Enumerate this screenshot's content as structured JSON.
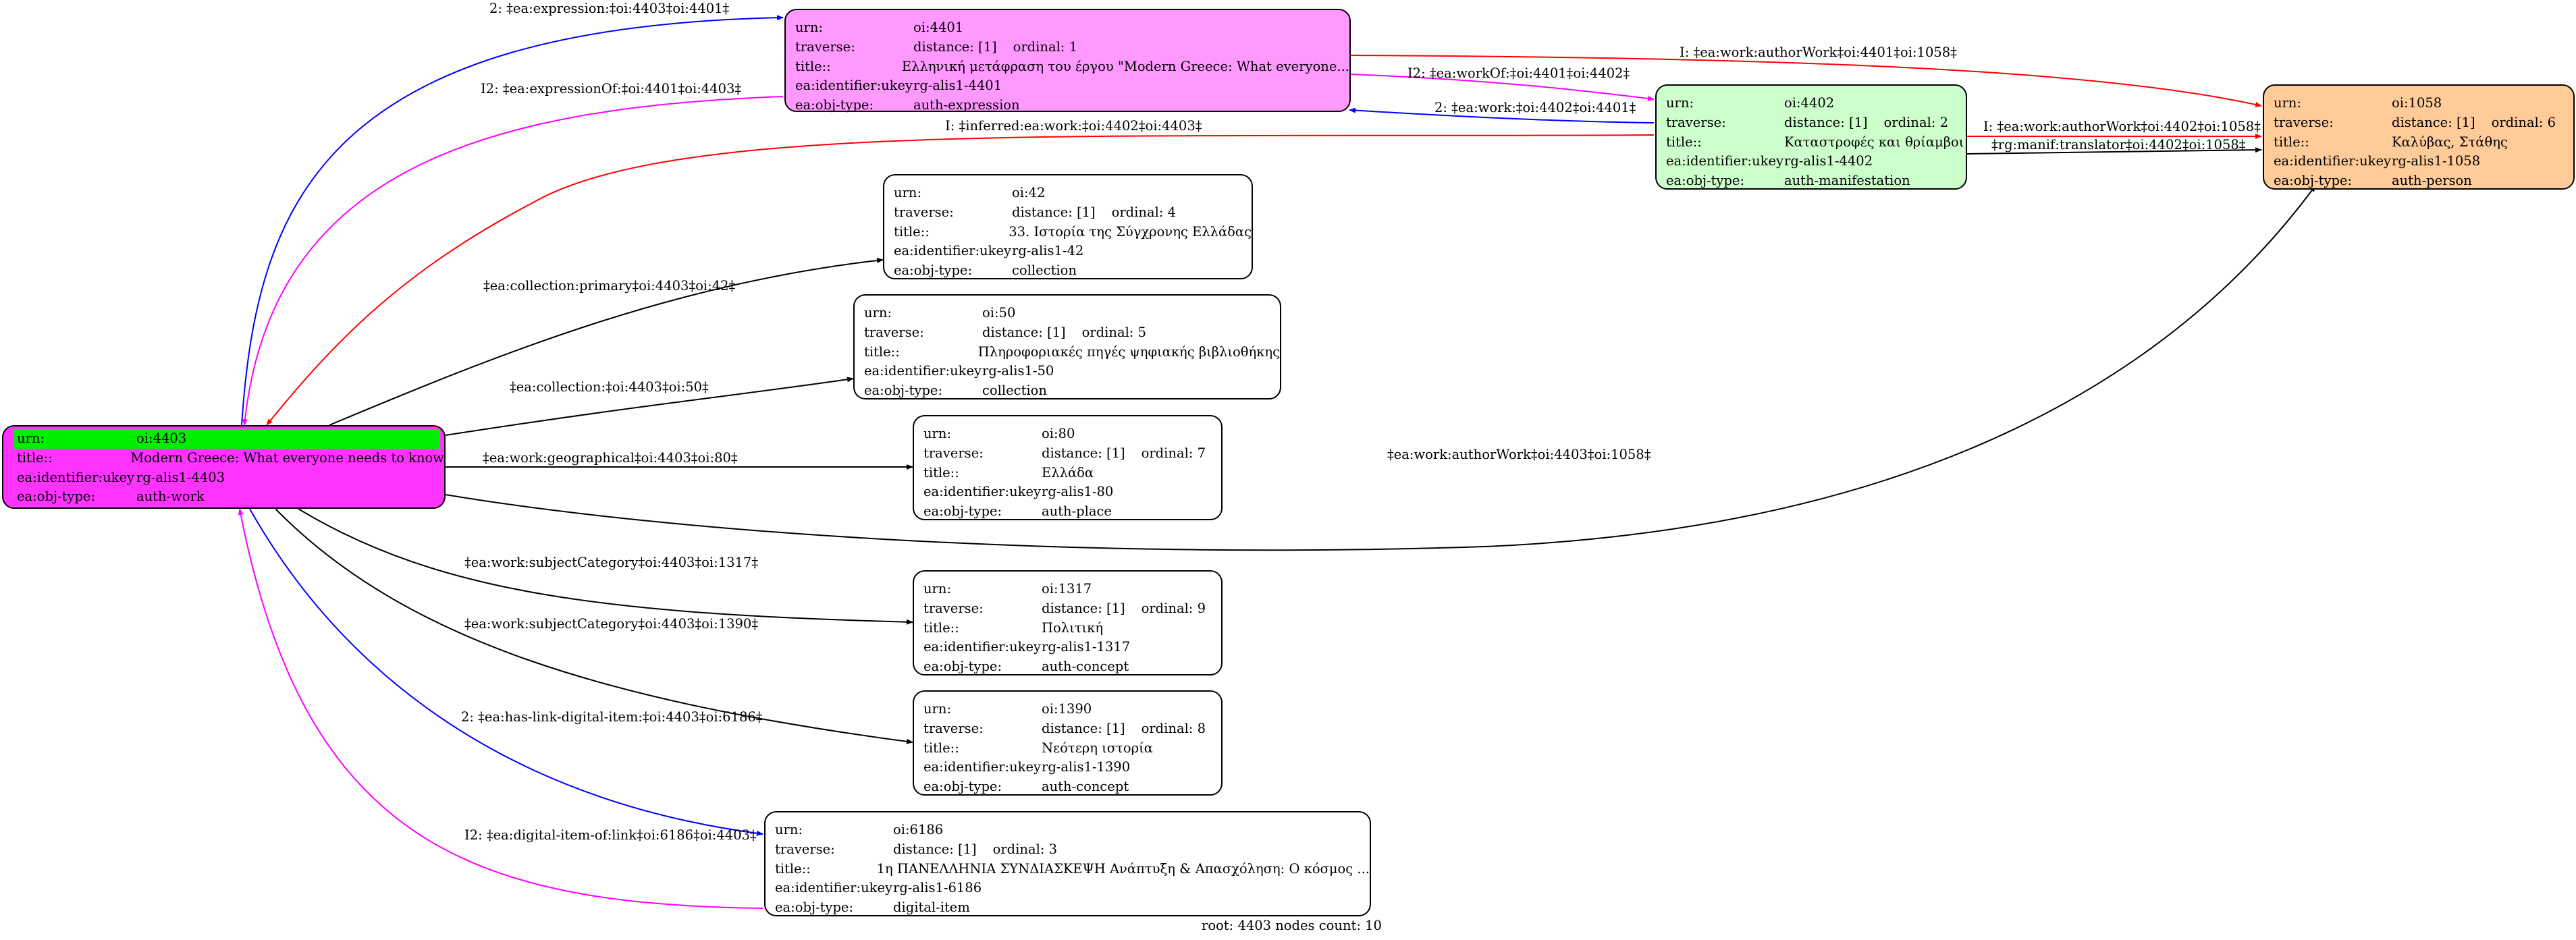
{
  "labels": {
    "urn": "urn:",
    "traverse": "traverse:",
    "title": "title::",
    "ukey": "ea:identifier:ukey",
    "objtype": "ea:obj-type:"
  },
  "colors": {
    "root_fill": "#ff33ff",
    "expression_fill": "#ff99ff",
    "manifestation_fill": "#ccffcc",
    "person_fill": "#ffcc99",
    "highlight": "#00ee00",
    "edge_blue": "#0000ff",
    "edge_magenta": "#ff00ff",
    "edge_red": "#ff0000",
    "edge_black": "#000000"
  },
  "nodes": {
    "n4403": {
      "urn": "oi:4403",
      "title": "Modern Greece: What everyone needs to know",
      "ukey": "rg-alis1-4403",
      "objtype": "auth-work"
    },
    "n4401": {
      "urn": "oi:4401",
      "distance": "distance: [1]",
      "ordinal": "ordinal: 1",
      "title": "Ελληνική μετάφραση του έργου \"Modern Greece: What everyone...",
      "ukey": "rg-alis1-4401",
      "objtype": "auth-expression"
    },
    "n4402": {
      "urn": "oi:4402",
      "distance": "distance: [1]",
      "ordinal": "ordinal: 2",
      "title": "Καταστροφές και θρίαμβοι",
      "ukey": "rg-alis1-4402",
      "objtype": "auth-manifestation"
    },
    "n1058": {
      "urn": "oi:1058",
      "distance": "distance: [1]",
      "ordinal": "ordinal: 6",
      "title": "Καλύβας, Στάθης",
      "ukey": "rg-alis1-1058",
      "objtype": "auth-person"
    },
    "n42": {
      "urn": "oi:42",
      "distance": "distance: [1]",
      "ordinal": "ordinal: 4",
      "title": "33. Ιστορία της Σύγχρονης Ελλάδας",
      "ukey": "rg-alis1-42",
      "objtype": "collection"
    },
    "n50": {
      "urn": "oi:50",
      "distance": "distance: [1]",
      "ordinal": "ordinal: 5",
      "title": "Πληροφοριακές πηγές ψηφιακής βιβλιοθήκης",
      "ukey": "rg-alis1-50",
      "objtype": "collection"
    },
    "n80": {
      "urn": "oi:80",
      "distance": "distance: [1]",
      "ordinal": "ordinal: 7",
      "title": "Ελλάδα",
      "ukey": "rg-alis1-80",
      "objtype": "auth-place"
    },
    "n1317": {
      "urn": "oi:1317",
      "distance": "distance: [1]",
      "ordinal": "ordinal: 9",
      "title": "Πολιτική",
      "ukey": "rg-alis1-1317",
      "objtype": "auth-concept"
    },
    "n1390": {
      "urn": "oi:1390",
      "distance": "distance: [1]",
      "ordinal": "ordinal: 8",
      "title": "Νεότερη ιστορία",
      "ukey": "rg-alis1-1390",
      "objtype": "auth-concept"
    },
    "n6186": {
      "urn": "oi:6186",
      "distance": "distance: [1]",
      "ordinal": "ordinal: 3",
      "title": "1η ΠΑΝΕΛΛΗΝΙΑ ΣΥΝΔΙΑΣΚΕΨΗ Ανάπτυξη & Απασχόληση: Ο κόσμος ...",
      "ukey": "rg-alis1-6186",
      "objtype": "digital-item"
    }
  },
  "edges": {
    "e_expression": "2: ‡ea:expression:‡oi:4403‡oi:4401‡",
    "e_expressionOf": "I2: ‡ea:expressionOf:‡oi:4401‡oi:4403‡",
    "e_authorWork4401": "I: ‡ea:work:authorWork‡oi:4401‡oi:1058‡",
    "e_workOf": "I2: ‡ea:workOf:‡oi:4401‡oi:4402‡",
    "e_work4402": "2: ‡ea:work:‡oi:4402‡oi:4401‡",
    "e_inferred": "I: ‡inferred:ea:work:‡oi:4402‡oi:4403‡",
    "e_authorWork4402": "I: ‡ea:work:authorWork‡oi:4402‡oi:1058‡",
    "e_translator": "‡rg:manif:translator‡oi:4402‡oi:1058‡",
    "e_coll42": "‡ea:collection:primary‡oi:4403‡oi:42‡",
    "e_coll50": "‡ea:collection:‡oi:4403‡oi:50‡",
    "e_geo": "‡ea:work:geographical‡oi:4403‡oi:80‡",
    "e_authorWork4403": "‡ea:work:authorWork‡oi:4403‡oi:1058‡",
    "e_subj1317": "‡ea:work:subjectCategory‡oi:4403‡oi:1317‡",
    "e_subj1390": "‡ea:work:subjectCategory‡oi:4403‡oi:1390‡",
    "e_hasDigital": "2: ‡ea:has-link-digital-item:‡oi:4403‡oi:6186‡",
    "e_digitalOf": "I2: ‡ea:digital-item-of:link‡oi:6186‡oi:4403‡"
  },
  "footer": "root: 4403 nodes count: 10"
}
